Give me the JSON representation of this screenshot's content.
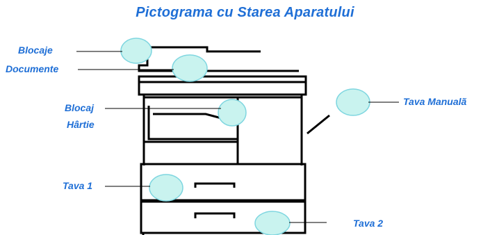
{
  "title": "Pictograma cu Starea Aparatului",
  "labels": {
    "doc_jam_line1": "Blocaje",
    "doc_jam_line2": "Documente",
    "paper_jam_line1": "Blocaj",
    "paper_jam_line2": "Hârtie",
    "manual_tray": "Tava Manualã",
    "tray1": "Tava 1",
    "tray2": "Tava 2"
  },
  "colors": {
    "text": "#1f6fd6",
    "indicator_fill": "#c9f3ef",
    "indicator_stroke": "#7fd6e0",
    "machine": "#000000"
  }
}
